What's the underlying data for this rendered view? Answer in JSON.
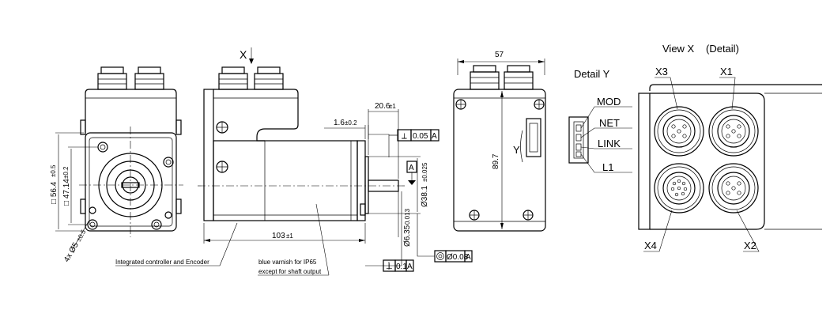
{
  "views": {
    "view_x_title": "View X",
    "view_x_subtitle": "(Detail)",
    "detail_y_title": "Detail Y",
    "x_arrow_label": "X",
    "y_label": "Y"
  },
  "dimensions": {
    "sq_56": "□ 56.4",
    "sq_56_tol": "±0.5",
    "sq_47": "□ 47.14",
    "sq_47_tol": "±0.2",
    "holes": "4x Ø5",
    "holes_tol": "±0.5",
    "len_103": "103",
    "len_103_tol": "±1",
    "len_20": "20.6",
    "len_20_tol": "±1",
    "len_1_6": "1.6",
    "len_1_6_tol": "±0.2",
    "dia_38": "Ø38.1",
    "dia_38_tol": "±0.025",
    "dia_6": "Ø6.35",
    "dia_6_tol": "0.013",
    "width_57": "57",
    "height_89": "89.7"
  },
  "tolerances": {
    "perp_value": "0.05",
    "perp_ref": "A",
    "datum": "A",
    "flat_value": "0.1",
    "flat_ref": "A",
    "conc_value": "Ø0.08",
    "conc_ref": "A"
  },
  "notes": {
    "integrated": "Integrated controller and Encoder",
    "varnish_1": "blue varnish for IP65",
    "varnish_2": "except for shaft output"
  },
  "leds": [
    "MOD",
    "NET",
    "LINK",
    "L1"
  ],
  "connectors": [
    "X3",
    "X1",
    "X4",
    "X2"
  ]
}
